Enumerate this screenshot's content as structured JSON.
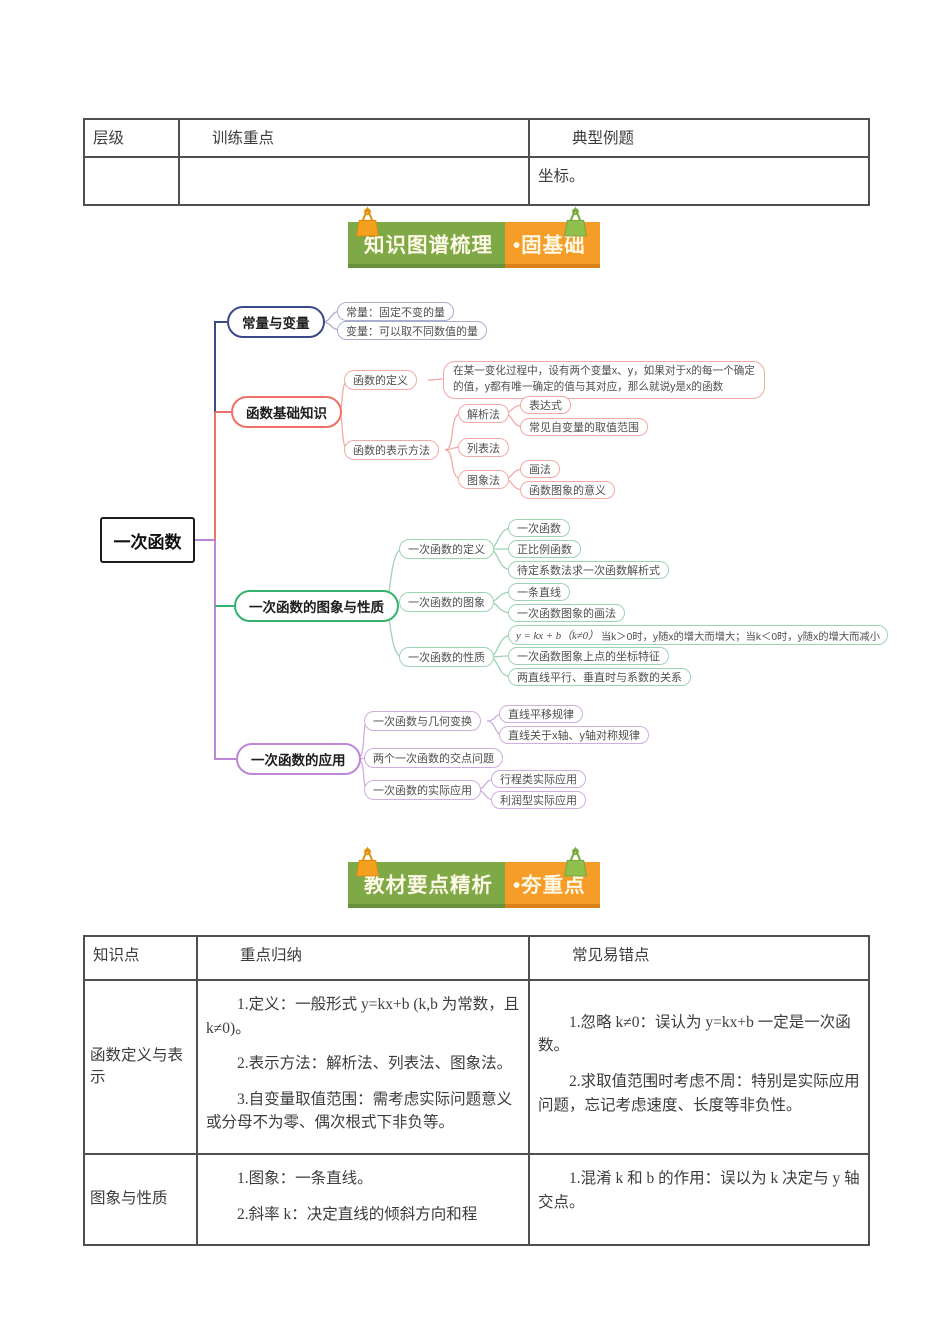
{
  "table_top": {
    "headers": [
      "层级",
      "训练重点",
      "典型例题"
    ],
    "row": [
      "",
      "",
      "坐标。"
    ]
  },
  "banner1": {
    "left": "知识图谱梳理",
    "right": "•固基础"
  },
  "banner2": {
    "left": "教材要点精析",
    "right": "•夯重点"
  },
  "icons": {
    "clip": "binder-clip-icon"
  },
  "colors": {
    "banner_green": "#7fa847",
    "banner_orange": "#f59d28",
    "branch_constant": "#3b4a86",
    "branch_basics": "#ee6f66",
    "branch_graph": "#35b26c",
    "branch_apply": "#bd86d6"
  },
  "mindmap": {
    "root": "一次函数",
    "b1": "常量与变量",
    "b1c1": "常量：固定不变的量",
    "b1c2": "变量：可以取不同数值的量",
    "b2": "函数基础知识",
    "b2c1": "函数的定义",
    "b2c1d": "在某一变化过程中，设有两个变量x、y，如果对于x的每一个确定的值，y都有唯一确定的值与其对应，那么就说y是x的函数",
    "b2c2": "函数的表示方法",
    "b2c2a": "解析法",
    "b2c2a1": "表达式",
    "b2c2a2": "常见自变量的取值范围",
    "b2c2b": "列表法",
    "b2c2c": "图象法",
    "b2c2c1": "画法",
    "b2c2c2": "函数图象的意义",
    "b3": "一次函数的图象与性质",
    "b3c1": "一次函数的定义",
    "b3c1a": "一次函数",
    "b3c1b": "正比例函数",
    "b3c1c": "待定系数法求一次函数解析式",
    "b3c2": "一次函数的图象",
    "b3c2a": "一条直线",
    "b3c2b": "一次函数图象的画法",
    "b3c3": "一次函数的性质",
    "b3c3a_math": "y = kx + b（k≠0）",
    "b3c3a_text": "当k＞0时，y随x的增大而增大；当k＜0时，y随x的增大而减小",
    "b3c3b": "一次函数图象上点的坐标特征",
    "b3c3c": "两直线平行、垂直时与系数的关系",
    "b4": "一次函数的应用",
    "b4c1": "一次函数与几何变换",
    "b4c1a": "直线平移规律",
    "b4c1b": "直线关于x轴、y轴对称规律",
    "b4c2": "两个一次函数的交点问题",
    "b4c3": "一次函数的实际应用",
    "b4c3a": "行程类实际应用",
    "b4c3b": "利润型实际应用"
  },
  "table_bottom": {
    "headers": [
      "知识点",
      "重点归纳",
      "常见易错点"
    ],
    "rows": [
      {
        "col1": "函数定义与表示",
        "col2": [
          "1.定义：一般形式 y=kx+b (k,b 为常数，且 k≠0)。",
          "2.表示方法：解析法、列表法、图象法。",
          "3.自变量取值范围：需考虑实际问题意义或分母不为零、偶次根式下非负等。"
        ],
        "col3": [
          "1.忽略 k≠0：误认为 y=kx+b 一定是一次函数。",
          "2.求取值范围时考虑不周：特别是实际应用问题，忘记考虑速度、长度等非负性。"
        ]
      },
      {
        "col1": "图象与性质",
        "col2": [
          "1.图象：一条直线。",
          "2.斜率 k：决定直线的倾斜方向和程"
        ],
        "col3": [
          "1.混淆 k 和 b 的作用：误以为 k 决定与 y 轴交点。"
        ]
      }
    ]
  }
}
